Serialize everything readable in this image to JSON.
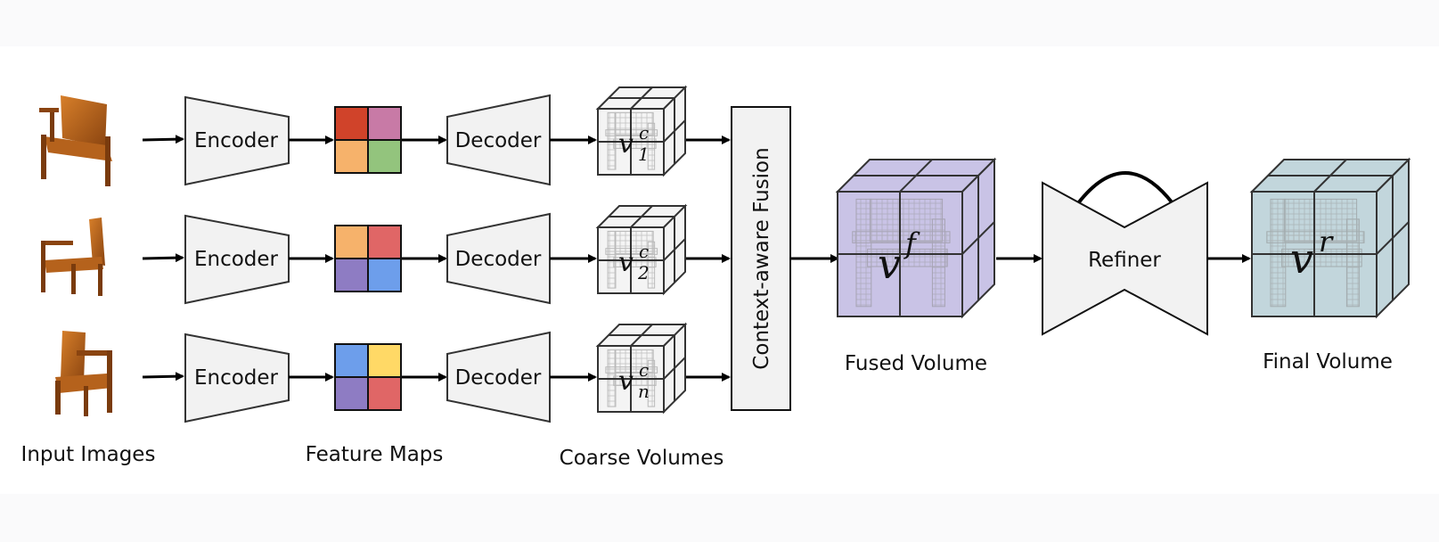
{
  "diagram": {
    "rows": [
      {
        "encoder_label": "Encoder",
        "decoder_label": "Decoder",
        "volume_symbol": "v",
        "volume_sub": "1",
        "volume_sup": "c",
        "feature_colors": [
          "#d0432a",
          "#c87aa6",
          "#f6b26b",
          "#93c47d"
        ]
      },
      {
        "encoder_label": "Encoder",
        "decoder_label": "Decoder",
        "volume_symbol": "v",
        "volume_sub": "2",
        "volume_sup": "c",
        "feature_colors": [
          "#f6b26b",
          "#e06666",
          "#8e7cc3",
          "#6d9eeb"
        ]
      },
      {
        "encoder_label": "Encoder",
        "decoder_label": "Decoder",
        "volume_symbol": "v",
        "volume_sub": "n",
        "volume_sup": "c",
        "feature_colors": [
          "#6d9eeb",
          "#ffd966",
          "#8e7cc3",
          "#e06666"
        ]
      }
    ],
    "fusion_label": "Context-aware Fusion",
    "fused": {
      "symbol": "v",
      "sup": "f",
      "caption": "Fused Volume",
      "color": "#c9c3e6"
    },
    "refiner_label": "Refiner",
    "final": {
      "symbol": "v",
      "sup": "r",
      "caption": "Final Volume",
      "color": "#c2d6dc"
    },
    "captions": {
      "input_images": "Input Images",
      "feature_maps": "Feature Maps",
      "coarse_volumes": "Coarse Volumes"
    }
  }
}
